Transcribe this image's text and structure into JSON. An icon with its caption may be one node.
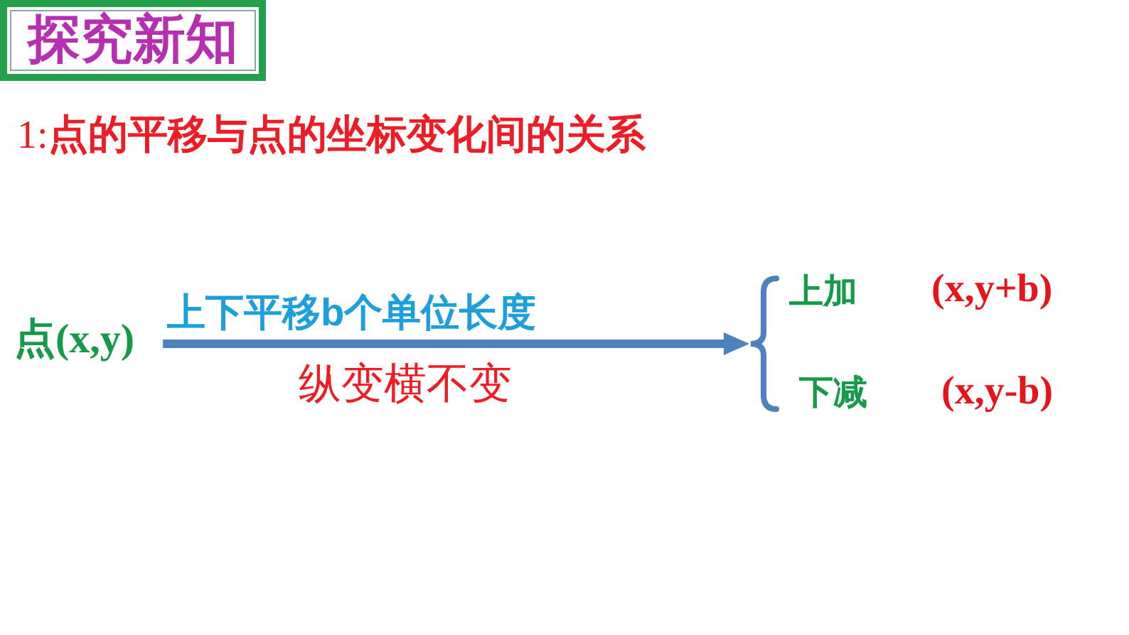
{
  "diagram": {
    "title": "1:**点的平移与点的坐标变化间的关系**",
    "nodes": [
      {
        "text": [
          "探究新知"
        ]
      },
      {
        "text": [
          "点(x,y)"
        ]
      },
      {
        "text": [],
        "shape": "brace",
        "beside": [
          "上加",
          "(x,y+b)",
          "下减",
          "(x,y-b)"
        ]
      }
    ],
    "edges": [
      {
        "from": 1,
        "to": 2,
        "arrow": "to",
        "label": "上下平移b个单位长度"
      }
    ],
    "labels": [
      "纵变横不变"
    ]
  }
}
